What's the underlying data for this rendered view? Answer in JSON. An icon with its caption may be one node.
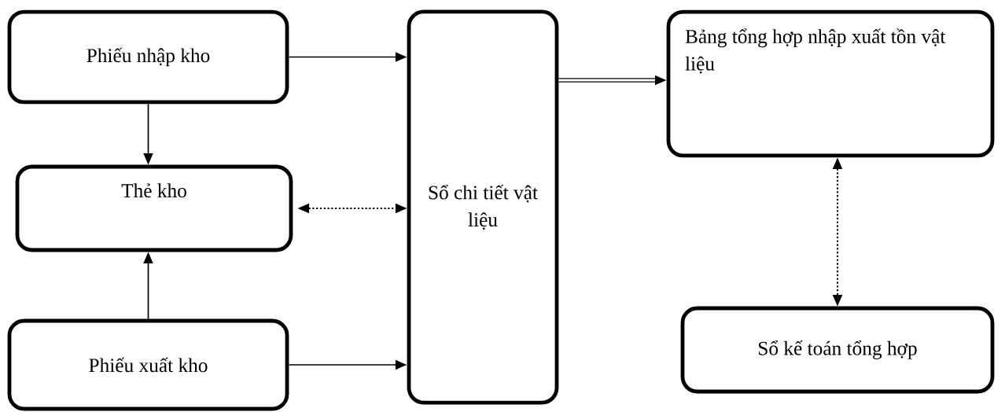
{
  "diagram": {
    "nodes": [
      {
        "text": [
          "Phiếu nhập kho"
        ]
      },
      {
        "text": [
          "Thẻ kho"
        ]
      },
      {
        "text": [
          "Phiếu xuất kho"
        ]
      },
      {
        "text": [
          "Sổ chi tiết vật liệu"
        ]
      },
      {
        "text": [
          "Bảng tổng hợp nhập xuất tồn vật liệu"
        ]
      },
      {
        "text": [
          "Sổ kế toán tổng hợp"
        ]
      }
    ],
    "edges": [
      {
        "from": 0,
        "to": 3,
        "arrow": "to"
      },
      {
        "from": 0,
        "to": 1,
        "arrow": "to"
      },
      {
        "from": 1,
        "to": 3,
        "arrow": "both",
        "style": "dashed"
      },
      {
        "from": 2,
        "to": 1,
        "arrow": "to"
      },
      {
        "from": 2,
        "to": 3,
        "arrow": "to"
      },
      {
        "from": 3,
        "to": 4,
        "arrow": "to",
        "style": "thick"
      },
      {
        "from": 4,
        "to": 5,
        "arrow": "both",
        "style": "dashed"
      }
    ]
  }
}
